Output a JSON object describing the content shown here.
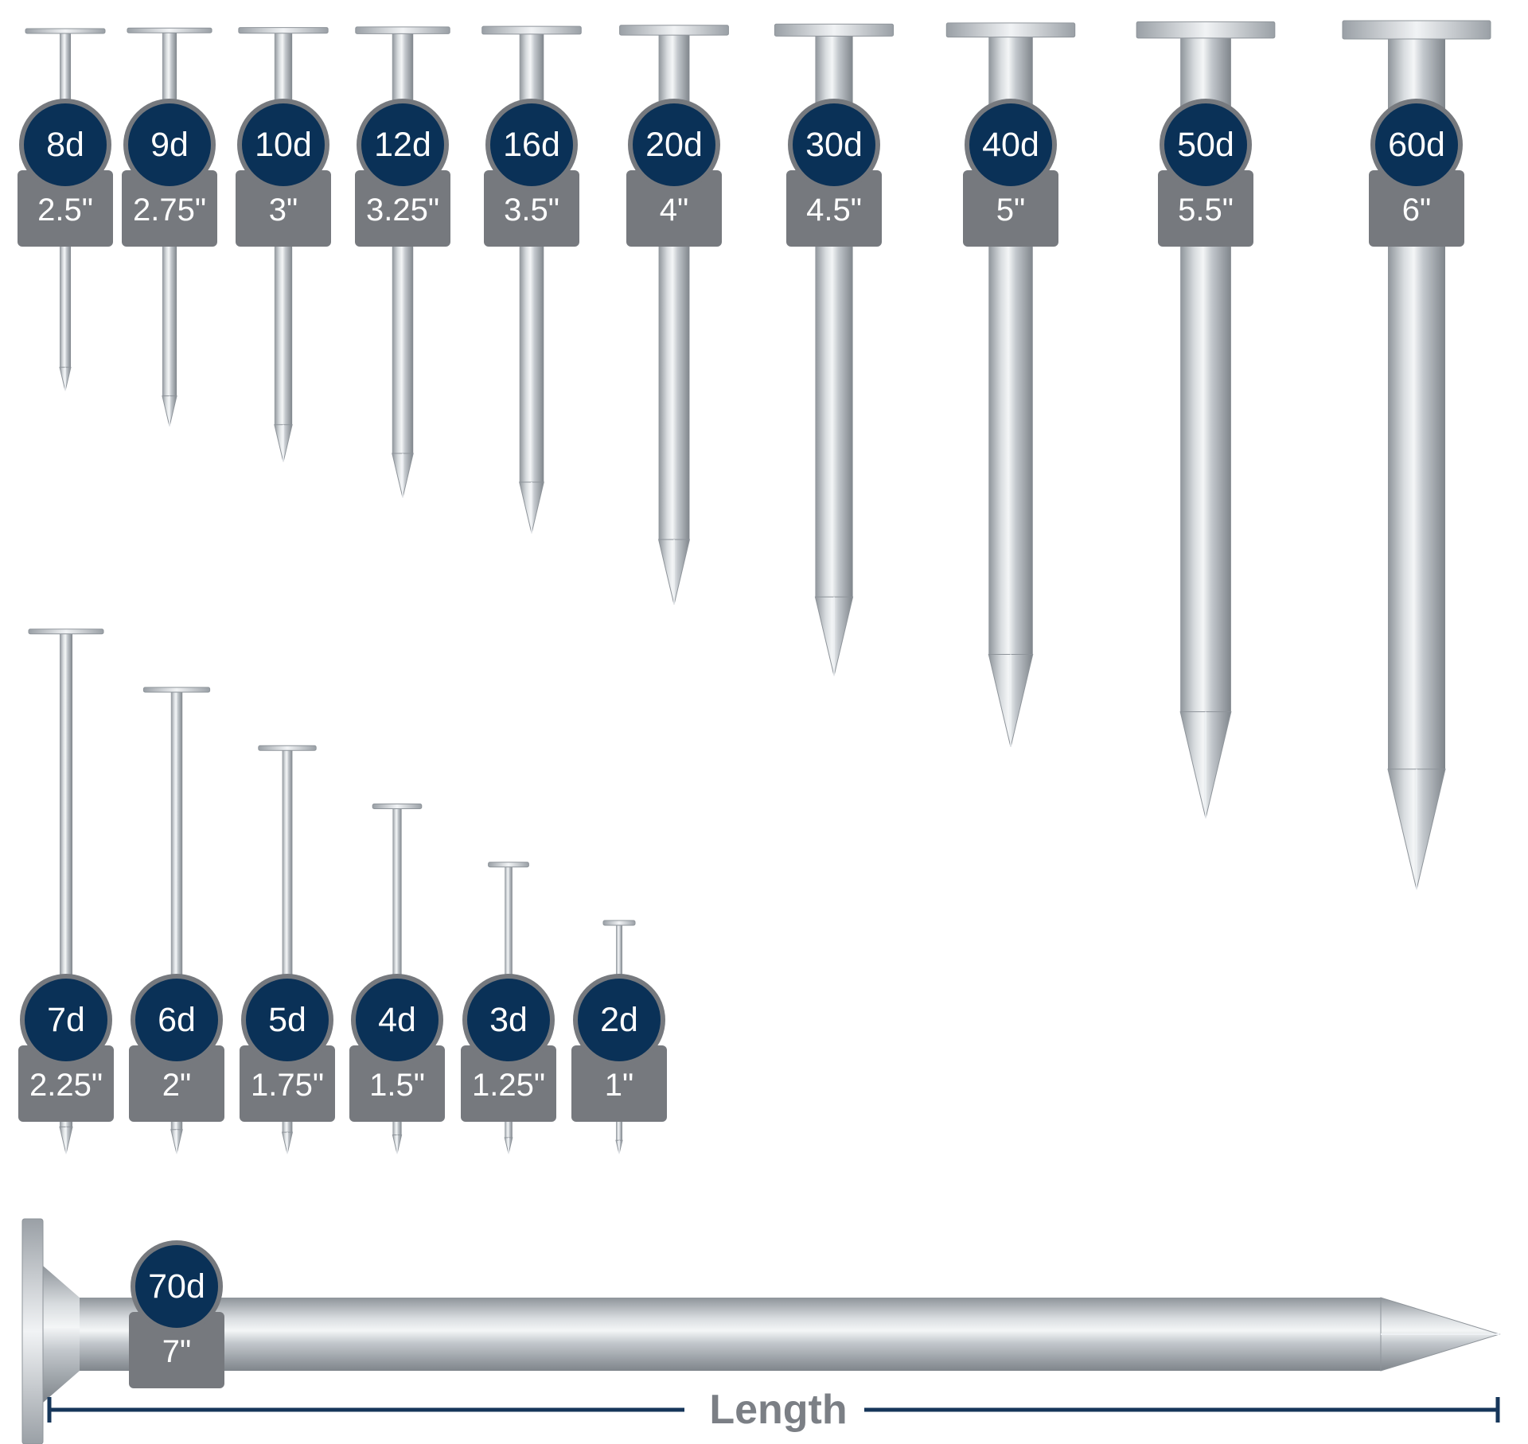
{
  "colors": {
    "badge_fill": "#0a3157",
    "badge_ring": "#76797e",
    "tag_fill": "#76797e",
    "label_text": "#ffffff",
    "length_line": "#16365a",
    "length_text": "#7b7f85",
    "nail_dark": "#8e949a",
    "nail_light": "#eef1f4"
  },
  "nails": [
    {
      "size": "8d",
      "length": "2.5\"",
      "length_in": 2.5
    },
    {
      "size": "9d",
      "length": "2.75\"",
      "length_in": 2.75
    },
    {
      "size": "10d",
      "length": "3\"",
      "length_in": 3
    },
    {
      "size": "12d",
      "length": "3.25\"",
      "length_in": 3.25
    },
    {
      "size": "16d",
      "length": "3.5\"",
      "length_in": 3.5
    },
    {
      "size": "20d",
      "length": "4\"",
      "length_in": 4
    },
    {
      "size": "30d",
      "length": "4.5\"",
      "length_in": 4.5
    },
    {
      "size": "40d",
      "length": "5\"",
      "length_in": 5
    },
    {
      "size": "50d",
      "length": "5.5\"",
      "length_in": 5.5
    },
    {
      "size": "60d",
      "length": "6\"",
      "length_in": 6
    },
    {
      "size": "7d",
      "length": "2.25\"",
      "length_in": 2.25
    },
    {
      "size": "6d",
      "length": "2\"",
      "length_in": 2
    },
    {
      "size": "5d",
      "length": "1.75\"",
      "length_in": 1.75
    },
    {
      "size": "4d",
      "length": "1.5\"",
      "length_in": 1.5
    },
    {
      "size": "3d",
      "length": "1.25\"",
      "length_in": 1.25
    },
    {
      "size": "2d",
      "length": "1\"",
      "length_in": 1
    },
    {
      "size": "70d",
      "length": "7\"",
      "length_in": 7
    }
  ],
  "dimension": {
    "label": "Length"
  }
}
